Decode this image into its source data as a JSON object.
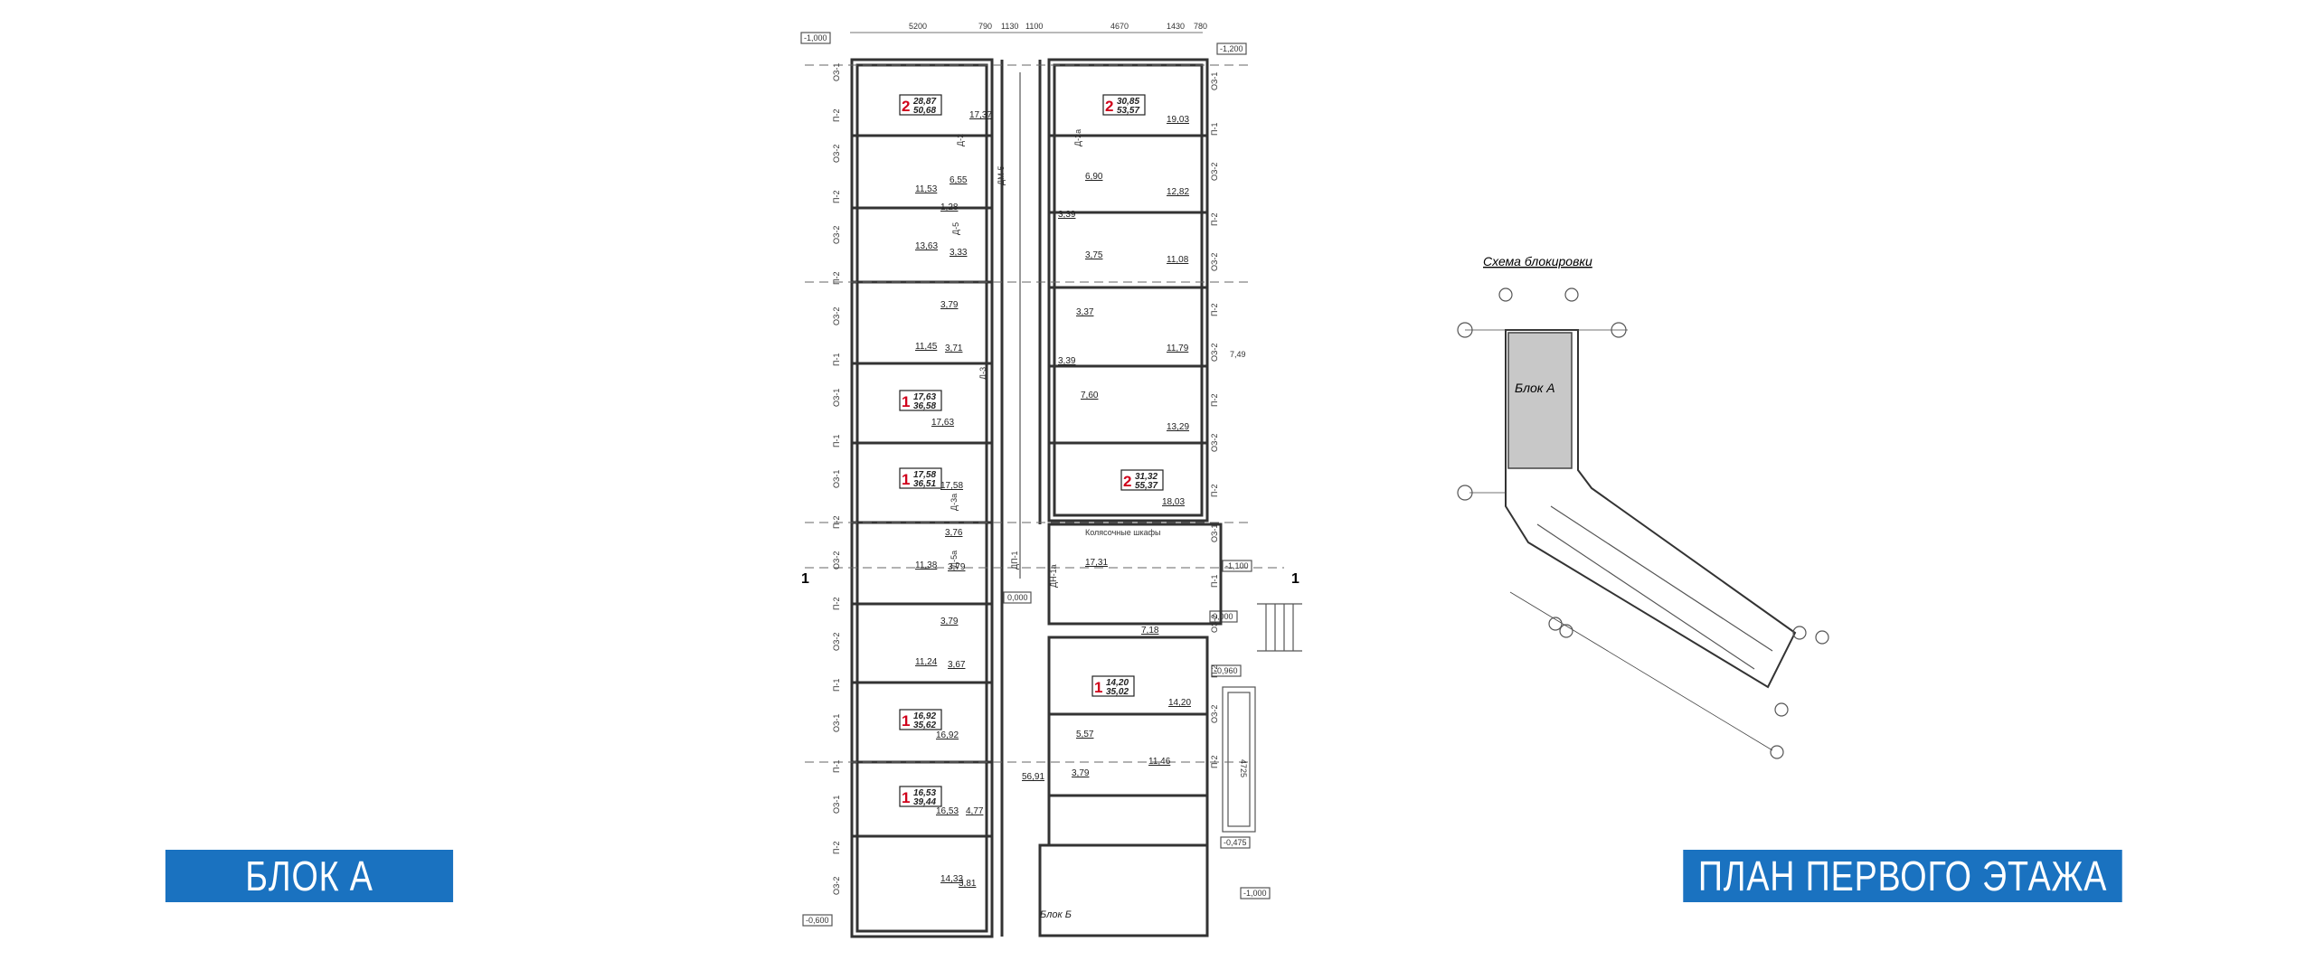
{
  "banners": {
    "left": "БЛОК А",
    "right": "ПЛАН ПЕРВОГО ЭТАЖА"
  },
  "schema": {
    "title": "Схема блокировки",
    "block_label": "Блок А"
  },
  "levels": {
    "top_left": "-1,000",
    "top_right": "-1,200",
    "mid_left": "0,000",
    "mid_right": "-1,100",
    "mid_right2": "0,000",
    "bottom_left": "-0,600",
    "bottom_right": "-1,000",
    "ramp_top": "-0,960",
    "ramp_bottom": "-0,475"
  },
  "dimensions": [
    "5200",
    "790",
    "1130",
    "1100",
    "4670",
    "1430",
    "780"
  ],
  "window_labels_left": [
    "ОЗ-1",
    "П-2",
    "ОЗ-2",
    "П-2",
    "ОЗ-2",
    "П-2",
    "ОЗ-2",
    "П-1",
    "ОЗ-1",
    "П-1",
    "ОЗ-1",
    "П-2",
    "ОЗ-2",
    "П-2",
    "ОЗ-2",
    "П-1",
    "ОЗ-1",
    "П-1",
    "ОЗ-1",
    "П-2",
    "ОЗ-2"
  ],
  "window_labels_right": [
    "ОЗ-1",
    "П-1",
    "ОЗ-2",
    "П-2",
    "ОЗ-2",
    "П-2",
    "ОЗ-2",
    "П-2",
    "ОЗ-2",
    "П-2",
    "ОЗ-1",
    "П-1",
    "ОЗ-2",
    "П-2",
    "ОЗ-2",
    "П-2"
  ],
  "apartments": [
    {
      "rooms": "2",
      "living": "28,87",
      "total": "50,68"
    },
    {
      "rooms": "2",
      "living": "30,85",
      "total": "53,57"
    },
    {
      "rooms": "1",
      "living": "17,63",
      "total": "36,58"
    },
    {
      "rooms": "1",
      "living": "17,58",
      "total": "36,51"
    },
    {
      "rooms": "2",
      "living": "31,32",
      "total": "55,37"
    },
    {
      "rooms": "1",
      "living": "14,20",
      "total": "35,02"
    },
    {
      "rooms": "1",
      "living": "16,92",
      "total": "35,62"
    },
    {
      "rooms": "1",
      "living": "16,53",
      "total": "39,44"
    }
  ],
  "room_areas": [
    "17,37",
    "11,53",
    "6,55",
    "1,28",
    "13,63",
    "3,33",
    "3,79",
    "11,45",
    "3,71",
    "17,63",
    "17,58",
    "3,76",
    "11,38",
    "3,79",
    "3,79",
    "11,24",
    "3,67",
    "16,92",
    "16,53",
    "14,33",
    "4,77",
    "3,81",
    "19,03",
    "6,90",
    "12,82",
    "3,39",
    "3,75",
    "11,08",
    "3,37",
    "11,79",
    "3,39",
    "7,60",
    "13,29",
    "18,03",
    "17,31",
    "7,18",
    "14,20",
    "5,57",
    "11,46",
    "3,79",
    "56,91"
  ],
  "doors": [
    "Д-2",
    "Д-5",
    "ДМ-5",
    "Д-3",
    "Д-3а",
    "Д-5а",
    "ДП-1",
    "ДН-1а",
    "Д-2а"
  ],
  "notes": {
    "lockers": "Колясочные шкафы",
    "block_b": "Блок Б",
    "section": "1",
    "height": "7,49",
    "dim_vert": "4725"
  }
}
